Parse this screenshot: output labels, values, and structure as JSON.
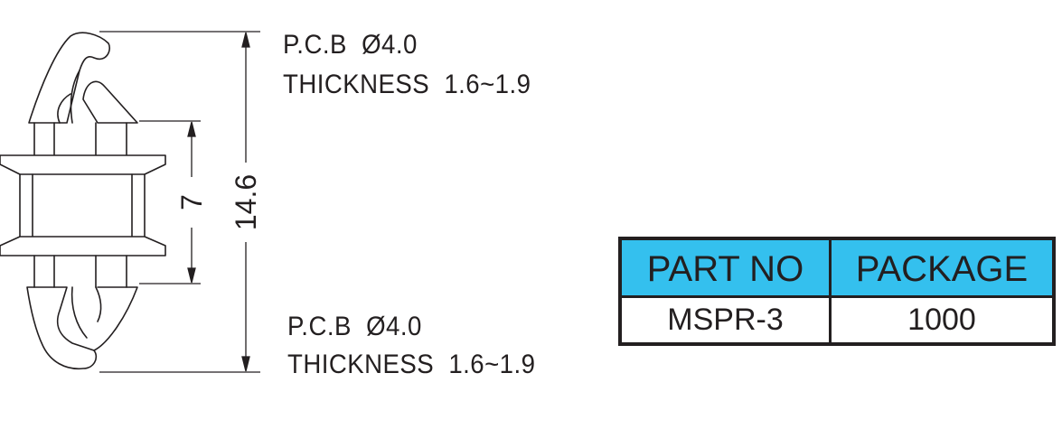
{
  "notes": {
    "top_line1": "P.C.B  Ø4.0",
    "top_line2": "THICKNESS  1.6~1.9",
    "bottom_line1": "P.C.B  Ø4.0",
    "bottom_line2": "THICKNESS  1.6~1.9"
  },
  "dimensions": {
    "overall_height": "14.6",
    "spacing": "7"
  },
  "table": {
    "headers": [
      "PART NO",
      "PACKAGE"
    ],
    "row": [
      "MSPR-3",
      "1000"
    ]
  },
  "colors": {
    "header_fill": "#34c0ee",
    "line": "#231f20"
  }
}
